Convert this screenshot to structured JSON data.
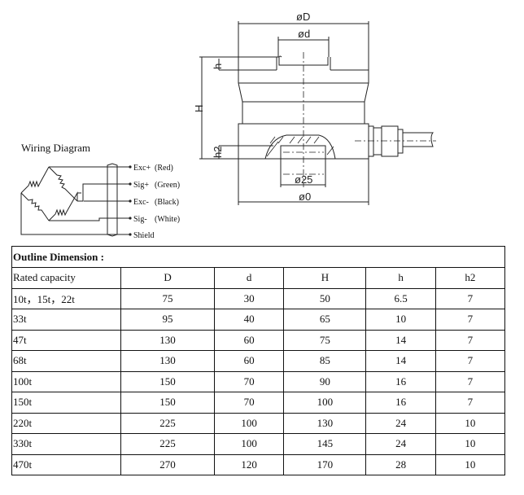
{
  "wiring_diagram": {
    "title": "Wiring Diagram",
    "leads": [
      {
        "signal": "Exc+",
        "color": "(Red)"
      },
      {
        "signal": "Sig+",
        "color": "(Green)"
      },
      {
        "signal": "Exc-",
        "color": "(Black)"
      },
      {
        "signal": "Sig-",
        "color": "(White)"
      },
      {
        "signal": "Shield",
        "color": ""
      }
    ]
  },
  "drawing": {
    "labels": {
      "outer_diameter": "øD",
      "inner_diameter": "ød",
      "height": "H",
      "top_height": "h",
      "bottom_height": "h2",
      "bore_diameter": "ø25",
      "base_diameter": "ø0"
    }
  },
  "table": {
    "title": "Outline Dimension :",
    "headers": [
      "Rated capacity",
      "D",
      "d",
      "H",
      "h",
      "h2"
    ],
    "rows": [
      [
        "10t，15t，22t",
        "75",
        "30",
        "50",
        "6.5",
        "7"
      ],
      [
        "33t",
        "95",
        "40",
        "65",
        "10",
        "7"
      ],
      [
        "47t",
        "130",
        "60",
        "75",
        "14",
        "7"
      ],
      [
        "68t",
        "130",
        "60",
        "85",
        "14",
        "7"
      ],
      [
        "100t",
        "150",
        "70",
        "90",
        "16",
        "7"
      ],
      [
        "150t",
        "150",
        "70",
        "100",
        "16",
        "7"
      ],
      [
        "220t",
        "225",
        "100",
        "130",
        "24",
        "10"
      ],
      [
        "330t",
        "225",
        "100",
        "145",
        "24",
        "10"
      ],
      [
        "470t",
        "270",
        "120",
        "170",
        "28",
        "10"
      ]
    ]
  }
}
